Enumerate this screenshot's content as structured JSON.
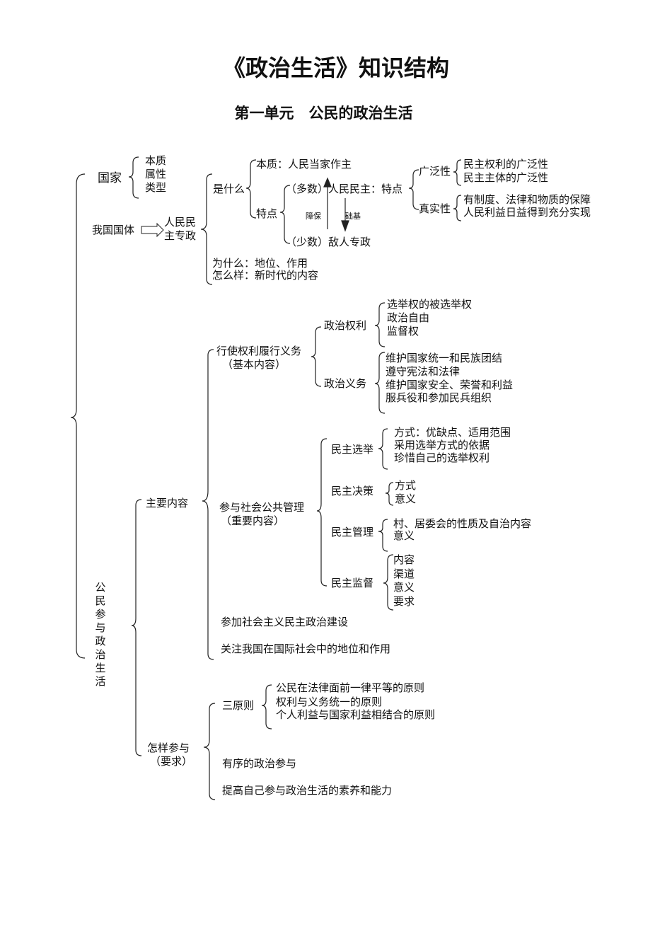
{
  "title": "《政治生活》知识结构",
  "subtitle": "第一单元　公民的政治生活",
  "state": {
    "label": "国家",
    "attrs": [
      "本质",
      "属性",
      "类型"
    ]
  },
  "our_state": {
    "label": "我国国体",
    "system": [
      "人民民",
      "主专政"
    ],
    "what": "是什么",
    "essence": "本质：人民当家作主",
    "features": "特点",
    "many": "（多数）人民民主：特点",
    "guarantee": "障保",
    "foundation": "础基",
    "few": "（少数）敌人专政",
    "broad": "广泛性",
    "broad_items": [
      "民主权利的广泛性",
      "民主主体的广泛性"
    ],
    "real": "真实性",
    "real_items": [
      "有制度、法律和物质的保障",
      "人民利益日益得到充分实现"
    ],
    "why": "为什么：地位、作用",
    "how": "怎么样：新时代的内容"
  },
  "citizen": {
    "label": "公民参与政治生活",
    "main": "主要内容",
    "rights_duties": [
      "行使权利履行义务",
      "（基本内容）"
    ],
    "pol_rights": "政治权利",
    "pol_rights_items": [
      "选举权的被选举权",
      "政治自由",
      "监督权"
    ],
    "pol_duties": "政治义务",
    "pol_duties_items": [
      "维护国家统一和民族团结",
      "遵守宪法和法律",
      "维护国家安全、荣誉和利益",
      "服兵役和参加民兵组织"
    ],
    "participate": [
      "参与社会公共管理",
      "（重要内容）"
    ],
    "election": "民主选举",
    "election_items": [
      "方式：优缺点、适用范围",
      "采用选举方式的依据",
      "珍惜自己的选举权利"
    ],
    "decision": "民主决策",
    "decision_items": [
      "方式",
      "意义"
    ],
    "management": "民主管理",
    "management_items": [
      "村、居委会的性质及自治内容",
      "意义"
    ],
    "supervision": "民主监督",
    "supervision_items": [
      "内容",
      "渠道",
      "意义",
      "要求"
    ],
    "build": "参加社会主义民主政治建设",
    "intl": "关注我国在国际社会中的地位和作用",
    "how": [
      "怎样参与",
      "（要求）"
    ],
    "principles": "三原则",
    "principles_items": [
      "公民在法律面前一律平等的原则",
      "权利与义务统一的原则",
      "个人利益与国家利益相结合的原则"
    ],
    "orderly": "有序的政治参与",
    "improve": "提高自己参与政治生活的素养和能力"
  }
}
